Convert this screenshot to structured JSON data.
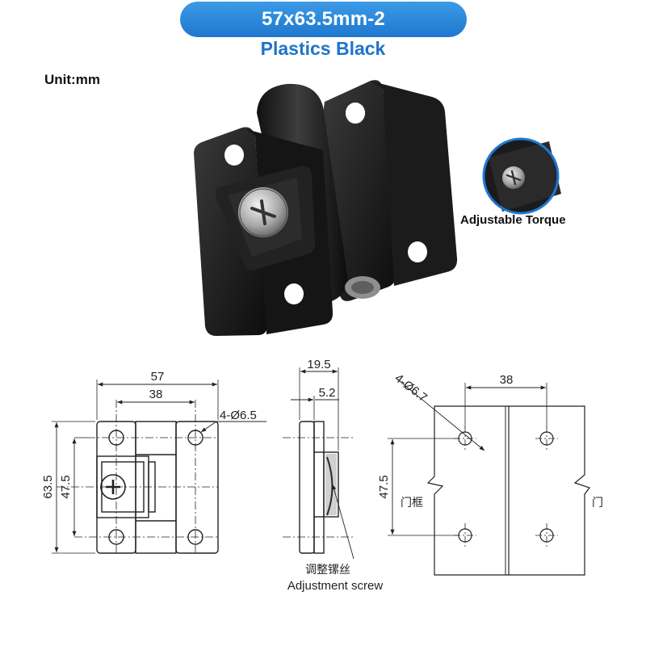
{
  "header": {
    "title": "57x63.5mm-2",
    "subtitle": "Plastics Black"
  },
  "unit_label": "Unit:mm",
  "torque": {
    "label": "Adjustable Torque"
  },
  "front_view": {
    "width_total": "57",
    "hole_spacing": "38",
    "hole_spec": "4-Ø6.5",
    "height_total": "63.5",
    "height_holes": "47.5"
  },
  "side_view": {
    "thickness": "19.5",
    "offset": "5.2",
    "screw_cn": "调整镙丝",
    "screw_en": "Adjustment screw"
  },
  "mount_view": {
    "hole_spacing": "38",
    "hole_spec": "4-Ø6.7",
    "height": "47.5",
    "frame_label": "门框",
    "door_label": "门"
  },
  "colors": {
    "accent": "#1f78cf",
    "hinge_black": "#1a1a1a"
  }
}
